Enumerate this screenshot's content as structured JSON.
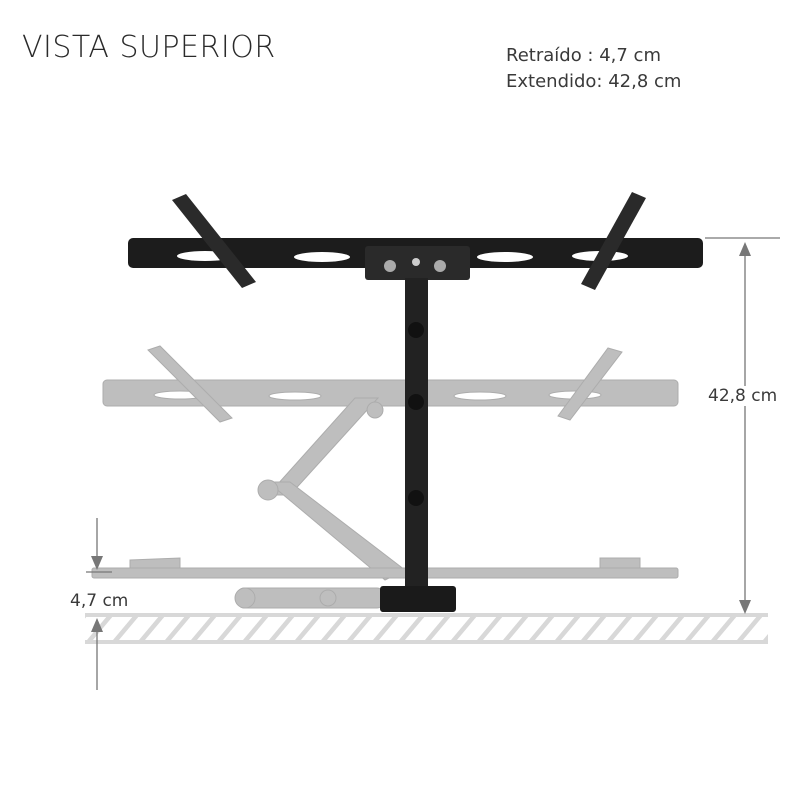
{
  "title": "VISTA SUPERIOR",
  "specs": {
    "retracted": "Retraído   : 4,7 cm",
    "extended": "Extendido: 42,8 cm"
  },
  "dimensions": {
    "extended_label": "42,8 cm",
    "retracted_label": "4,7 cm"
  },
  "colors": {
    "mount": "#1c1c1c",
    "ghost": "#9a9a9a",
    "wall": "#d8d8d8",
    "dimension": "#777777"
  }
}
